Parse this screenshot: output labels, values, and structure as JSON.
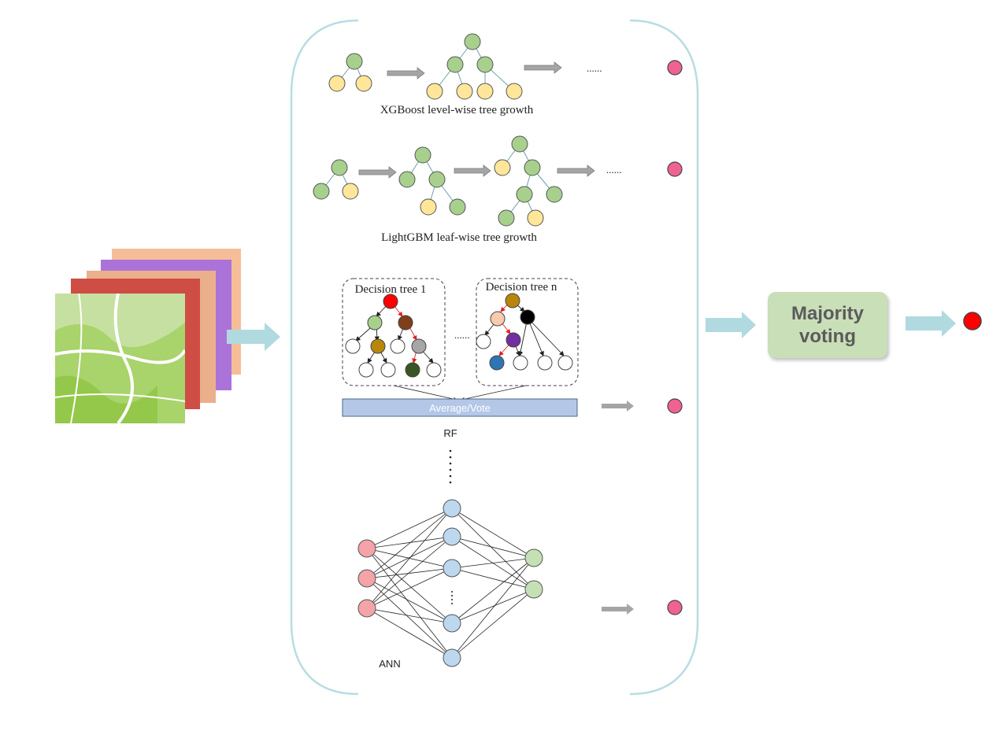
{
  "labels": {
    "xgboost": "XGBoost level-wise tree growth",
    "lightgbm": "LightGBM leaf-wise tree growth",
    "decision_tree_1": "Decision tree 1",
    "decision_tree_n": "Decision tree n",
    "average_vote": "Average/Vote",
    "rf": "RF",
    "ann": "ANN",
    "majority_voting": "Majority\nvoting",
    "ellipsis_xgb": "......",
    "ellipsis_lgbm": "......",
    "ellipsis_rf": "......"
  },
  "colors": {
    "node_green": "#a8d08d",
    "node_yellow": "#ffe699",
    "output_pink": "#f06292",
    "final_red": "#ff0000",
    "ann_input": "#f4a3a8",
    "ann_hidden": "#bdd7ee",
    "ann_output": "#c5e0b4",
    "bracket": "#b7dde3",
    "arrow_teal": "#b0dae0",
    "arrow_gray": "#a5a5a5",
    "average_bar": "#b4c7e7"
  }
}
